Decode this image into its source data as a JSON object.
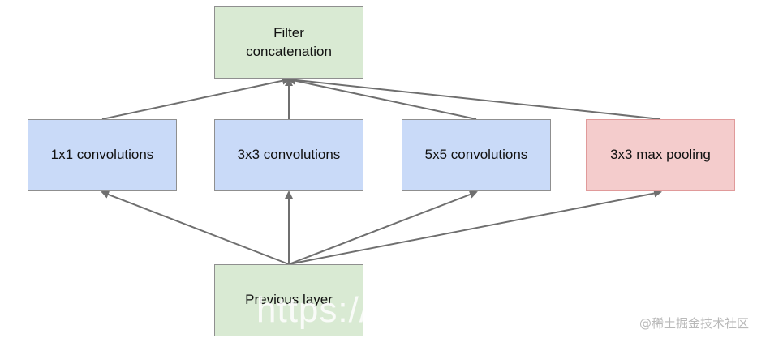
{
  "nodes": {
    "filter_concat": "Filter\nconcatenation",
    "conv1x1": "1x1 convolutions",
    "conv3x3": "3x3 convolutions",
    "conv5x5": "5x5 convolutions",
    "maxpool": "3x3 max pooling",
    "previous_layer": "Previous layer"
  },
  "colors": {
    "green_fill": "#d9ead3",
    "blue_fill": "#c9daf8",
    "red_fill": "#f4cccc",
    "edge": "#6f6f6f"
  },
  "watermark": {
    "url": "https://b",
    "brand": "@稀土掘金技术社区"
  }
}
